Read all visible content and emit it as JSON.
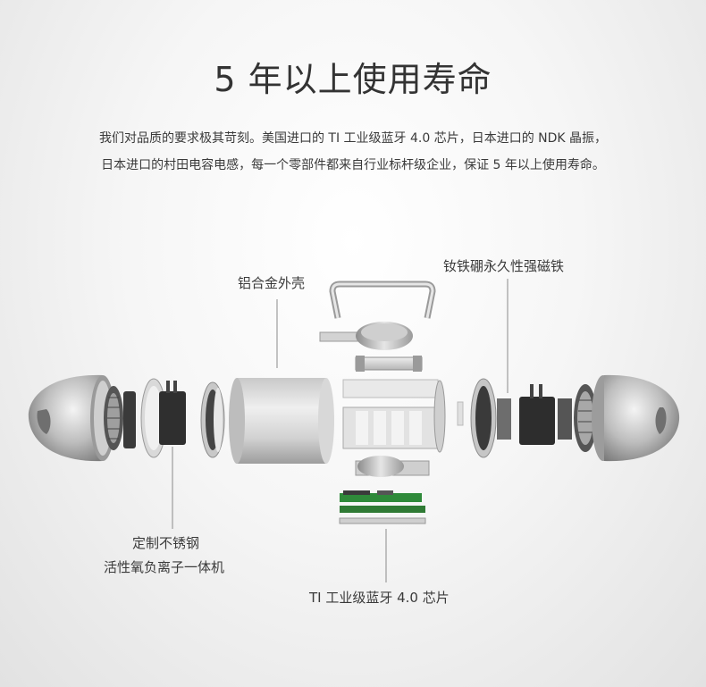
{
  "title": "5 年以上使用寿命",
  "description": {
    "line1": "我们对品质的要求极其苛刻。美国进口的 TI 工业级蓝牙 4.0 芯片，日本进口的 NDK 晶振，",
    "line2": "日本进口的村田电容电感，每一个零部件都来自行业标杆级企业，保证 5 年以上使用寿命。"
  },
  "callouts": {
    "aluminum_shell": "铝合金外壳",
    "magnet": "钕铁硼永久性强磁铁",
    "stainless_line1": "定制不锈钢",
    "stainless_line2": "活性氧负离子一体机",
    "bluetooth_chip": "TI 工业级蓝牙 4.0 芯片"
  }
}
